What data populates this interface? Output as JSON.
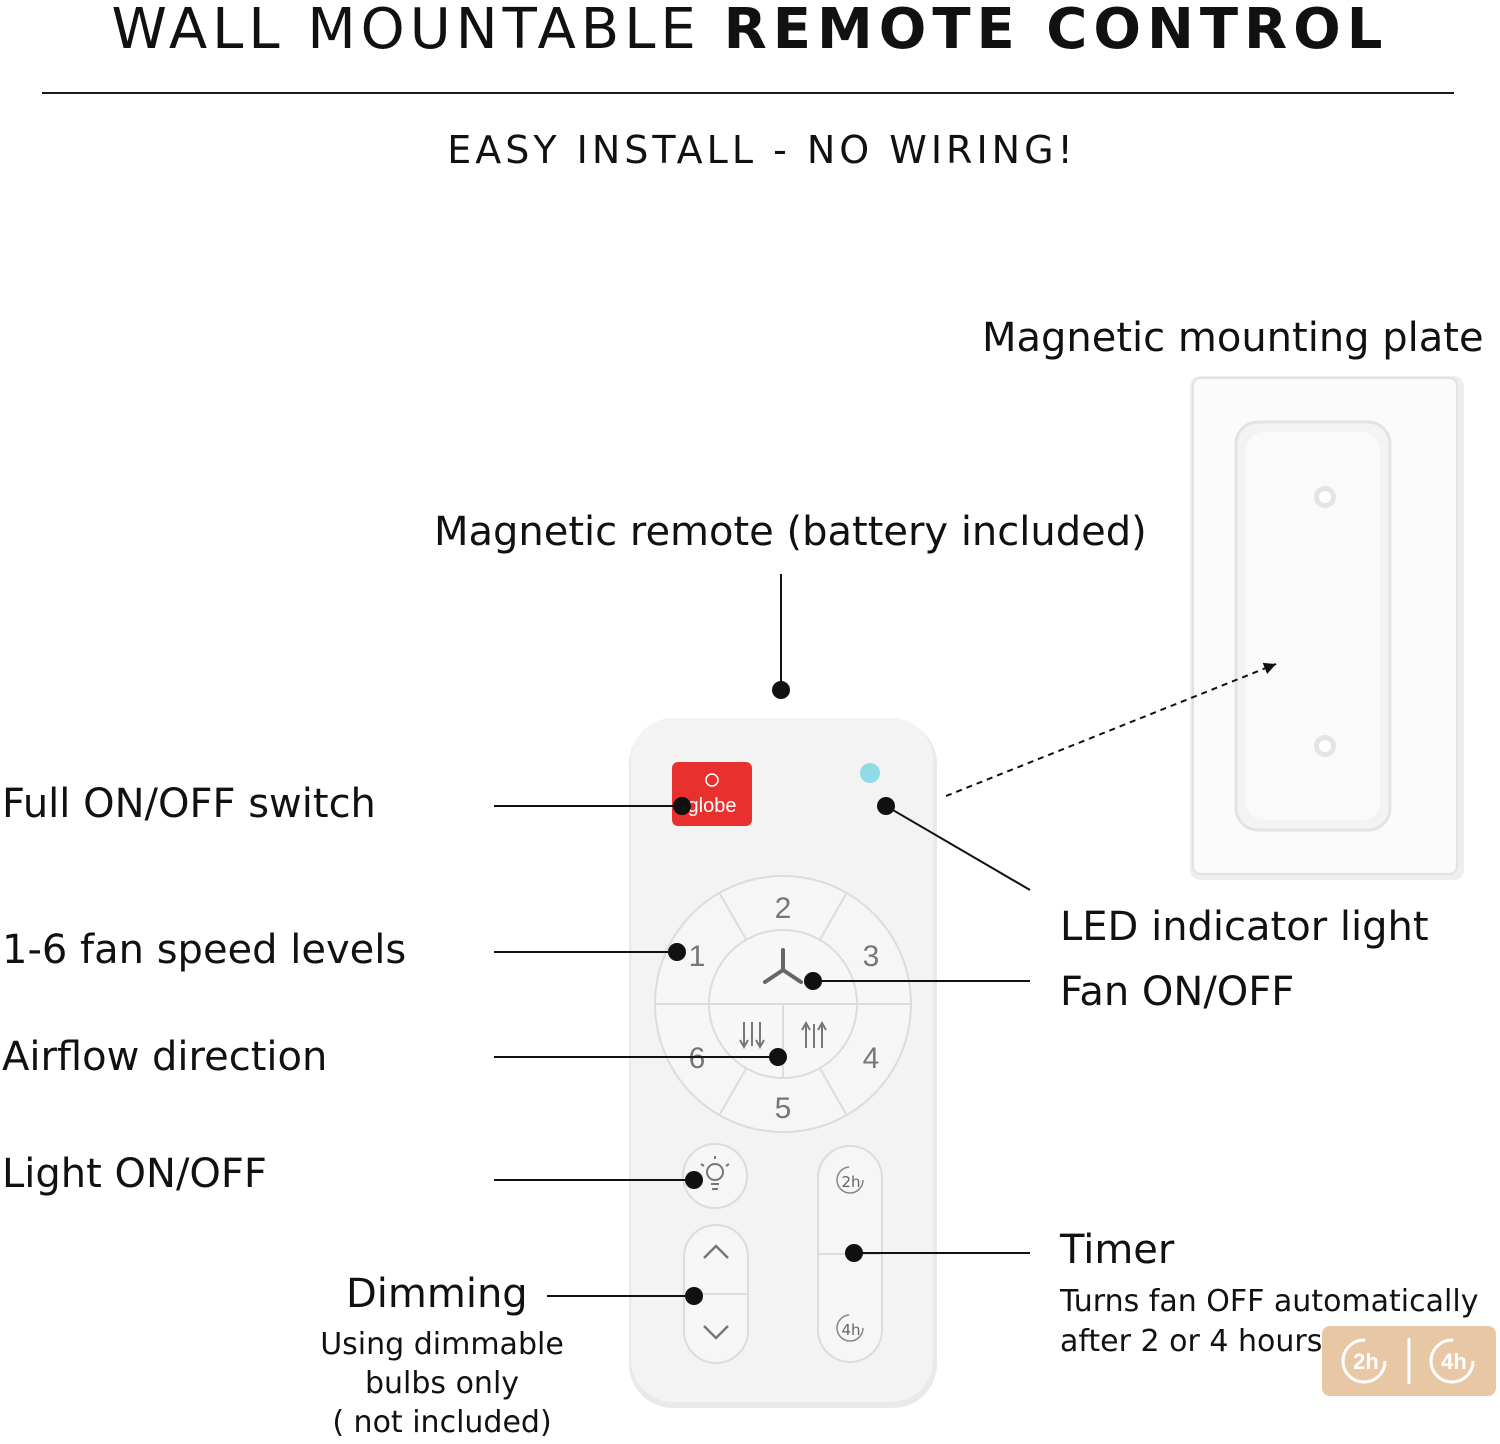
{
  "header": {
    "title_light": "WALL MOUNTABLE",
    "title_bold": "REMOTE CONTROL",
    "subtitle": "EASY INSTALL - NO WIRING!"
  },
  "labels": {
    "mounting_plate": "Magnetic mounting plate",
    "remote": "Magnetic remote (battery included)",
    "full_switch": "Full ON/OFF switch",
    "fan_speed": "1-6 fan speed levels",
    "airflow": "Airflow direction",
    "light": "Light ON/OFF",
    "led": "LED indicator light",
    "fan_onoff": "Fan ON/OFF",
    "dimming": "Dimming",
    "dimming_note_1": "Using dimmable",
    "dimming_note_2": "bulbs only",
    "dimming_note_3": "( not included)",
    "timer": "Timer",
    "timer_note_1": "Turns fan OFF automatically",
    "timer_note_2": "after 2 or 4 hours"
  },
  "remote": {
    "brand": "globe",
    "speed_numbers": [
      "1",
      "2",
      "3",
      "4",
      "5",
      "6"
    ],
    "timer_2h": "2h",
    "timer_4h": "4h"
  },
  "badge": {
    "left": "2h",
    "right": "4h"
  },
  "colors": {
    "power_button": "#e8312f",
    "led": "#8fdbe6",
    "badge": "#e8c7a5",
    "remote_body": "#f1f1f1"
  }
}
